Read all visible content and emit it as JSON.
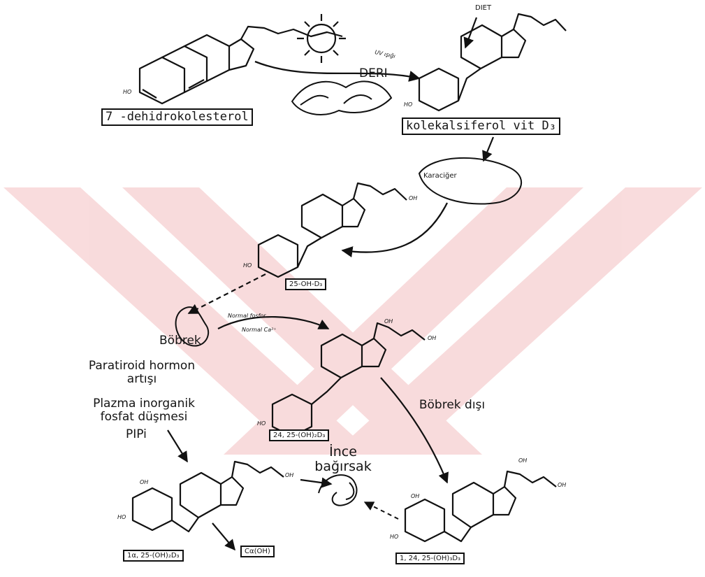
{
  "diagram": {
    "labels": {
      "dehydro": "7 -dehidrokolesterol",
      "diet": "DIET",
      "uv": "UV ışığı",
      "deri": "DERI",
      "kolekalsiferol": "kolekalsiferol vit D₃",
      "karaciger": "Karaciğer",
      "hydroxy25": "25-OH-D₃",
      "bobrek": "Böbrek",
      "normal_phos": "Normal fosfor",
      "normal_ca": "Normal Ca²⁺",
      "parathyroid": "Paratiroid hormon artışı",
      "plasma": "Plazma inorganik fosfat düşmesi",
      "pipi": "PIPi",
      "dihydroxy_24_25": "24, 25-(OH)₂D₃",
      "bobrek_disi": "Böbrek dışı",
      "ince_bagirsak": "İnce bağırsak",
      "dihydroxy_1_25": "1α, 25-(OH)₂D₃",
      "cytosol": "Cα(OH)",
      "trihydroxy": "1, 24, 25-(OH)₃D₃",
      "oh": "OH",
      "ho": "HO"
    }
  }
}
